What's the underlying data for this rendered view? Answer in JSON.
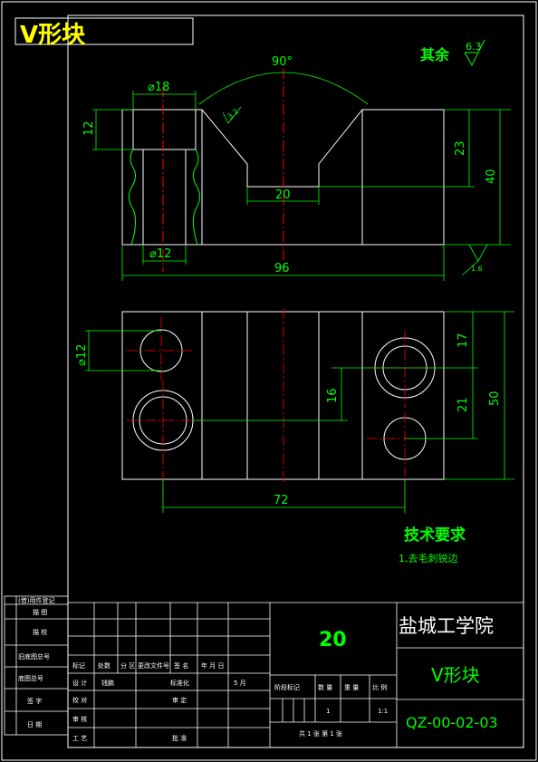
{
  "title": "V形块",
  "roughness_note": {
    "label": "其余",
    "value": "6.3"
  },
  "dimensions": {
    "angle": "90°",
    "d18": "⌀18",
    "d12_top": "⌀12",
    "d12_side": "⌀12",
    "h12": "12",
    "w20": "20",
    "h23": "23",
    "h40": "40",
    "w96": "96",
    "h17": "17",
    "h16": "16",
    "h21": "21",
    "h50": "50",
    "w72": "72",
    "rough_top": "3.2",
    "rough_bottom": "1.6"
  },
  "tech_req": {
    "title": "技术要求",
    "item1": "1,去毛刺锐边"
  },
  "title_block": {
    "school": "盐城工学院",
    "part_name": "V形块",
    "quantity_big": "20",
    "drawing_no": "QZ-00-02-03",
    "stage_label": "阶段标记",
    "qty_label": "数 量",
    "weight_label": "重 量",
    "scale_label": "比 例",
    "qty": "1",
    "scale": "1:1",
    "sheet_info": "共 1 张   第 1 张",
    "row_labels": [
      "标记",
      "处数",
      "分 区",
      "更改文件号",
      "签 名",
      "年 月 日"
    ],
    "design_label": "设 计",
    "designer": "钱鹏",
    "std_label": "标准化",
    "month": "5 月",
    "check_label": "校 对",
    "review_label": "审 定",
    "audit_label": "审 核",
    "craft_label": "工 艺",
    "approve_label": "批 准"
  },
  "side_block": [
    "(借)用件登记",
    "描 图",
    "描 校",
    "旧底图总号",
    "底图总号",
    "签 字",
    "日 期"
  ]
}
